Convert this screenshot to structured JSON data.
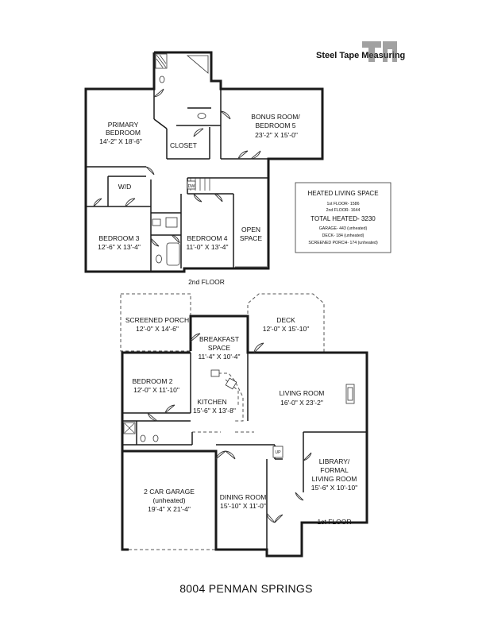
{
  "brand": {
    "name": "Steel Tape Measuring",
    "monogram": "STM"
  },
  "floors": {
    "second": "2nd FLOOR",
    "first": "1st FLOOR"
  },
  "rooms_second": {
    "primary_bedroom": {
      "name1": "PRIMARY",
      "name2": "BEDROOM",
      "dims": "14'-2\" X 18'-6\""
    },
    "closet": {
      "name": "CLOSET"
    },
    "bonus_room": {
      "name1": "BONUS ROOM/",
      "name2": "BEDROOM 5",
      "dims": "23'-2\" X 15'-0\""
    },
    "wd": {
      "name": "W/D"
    },
    "dw": {
      "name": "DW"
    },
    "bedroom3": {
      "name": "BEDROOM 3",
      "dims": "12'-6\" X 13'-4\""
    },
    "bedroom4": {
      "name": "BEDROOM 4",
      "dims": "11'-0\" X 13'-4\""
    },
    "open_space": {
      "name1": "OPEN",
      "name2": "SPACE"
    }
  },
  "rooms_first": {
    "screened_porch": {
      "name": "SCREENED PORCH",
      "dims": "12'-0\" X 14'-6\""
    },
    "breakfast": {
      "name1": "BREAKFAST",
      "name2": "SPACE",
      "dims": "11'-4\" X 10'-4\""
    },
    "deck": {
      "name": "DECK",
      "dims": "12'-0\" X 15'-10\""
    },
    "bedroom2": {
      "name": "BEDROOM 2",
      "dims": "12'-0\" X 11'-10\""
    },
    "kitchen": {
      "name": "KITCHEN",
      "dims": "15'-6\" X 13'-8\""
    },
    "living_room": {
      "name": "LIVING ROOM",
      "dims": "16'-0\" X 23'-2\""
    },
    "up": {
      "name": "UP"
    },
    "garage": {
      "name1": "2 CAR GARAGE",
      "name2": "(unheated)",
      "dims": "19'-4\" X 21'-4\""
    },
    "dining_room": {
      "name": "DINING ROOM",
      "dims": "15'-10\" X 11'-0\""
    },
    "library": {
      "name1": "LIBRARY/",
      "name2": "FORMAL",
      "name3": "LIVING ROOM",
      "dims": "15'-6\" X 10'-10\""
    }
  },
  "summary": {
    "heading": "HEATED LIVING SPACE",
    "first_floor": "1st FLOOR- 1586",
    "second_floor": "2nd FLOOR- 1644",
    "total": "TOTAL HEATED- 3230",
    "garage": "GARAGE- 443 (unheated)",
    "deck": "DECK- 184 (unheated)",
    "porch": "SCREENED PORCH- 174 (unheated)"
  },
  "address": "8004 PENMAN SPRINGS"
}
